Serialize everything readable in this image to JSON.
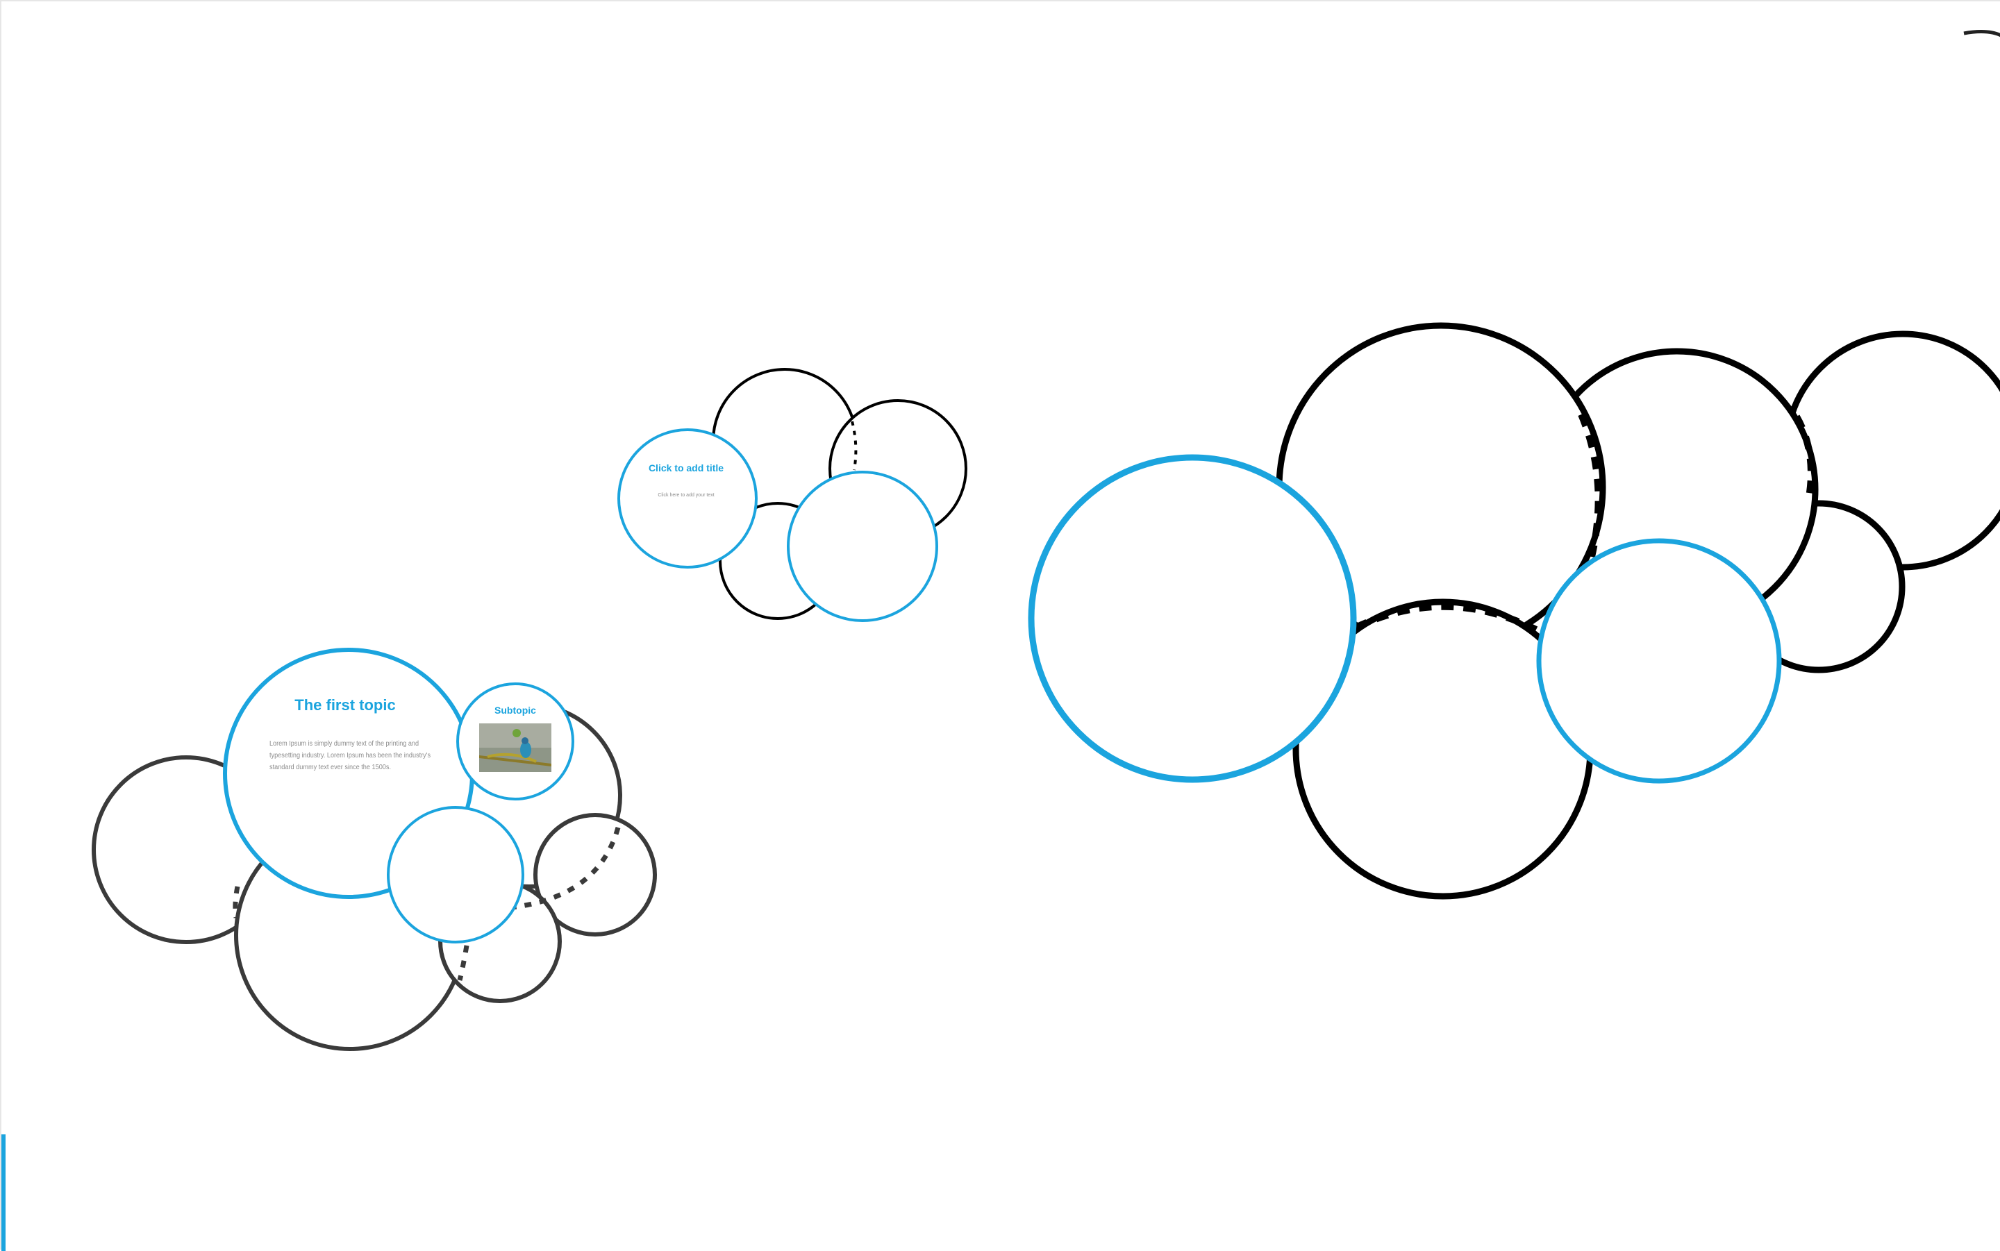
{
  "topics": {
    "main": {
      "title": "The first topic",
      "body_line1": "Lorem Ipsum is simply dummy text of the printing and",
      "body_line2": "typesetting industry. Lorem Ipsum has been the industry's",
      "body_line3": "standard dummy text ever since the 1500s."
    },
    "subtopic": {
      "title": "Subtopic",
      "image_icon": "bird-photo-icon"
    },
    "placeholder": {
      "title": "Click to add title",
      "body": "Click here to add your text"
    }
  },
  "colors": {
    "accent": "#1ba4de",
    "outline_dark": "#3a3a3a",
    "outline_black": "#000000"
  }
}
